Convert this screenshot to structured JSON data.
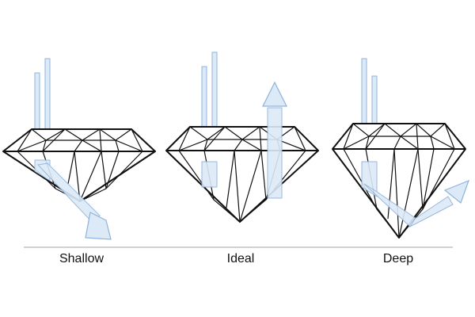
{
  "cuts": [
    {
      "label": "Shallow"
    },
    {
      "label": "Ideal"
    },
    {
      "label": "Deep"
    }
  ],
  "colors": {
    "outline": "#111111",
    "light_fill": "#dce9f7",
    "light_stroke": "#8fb3d9",
    "baseline": "#bfc3c7"
  }
}
